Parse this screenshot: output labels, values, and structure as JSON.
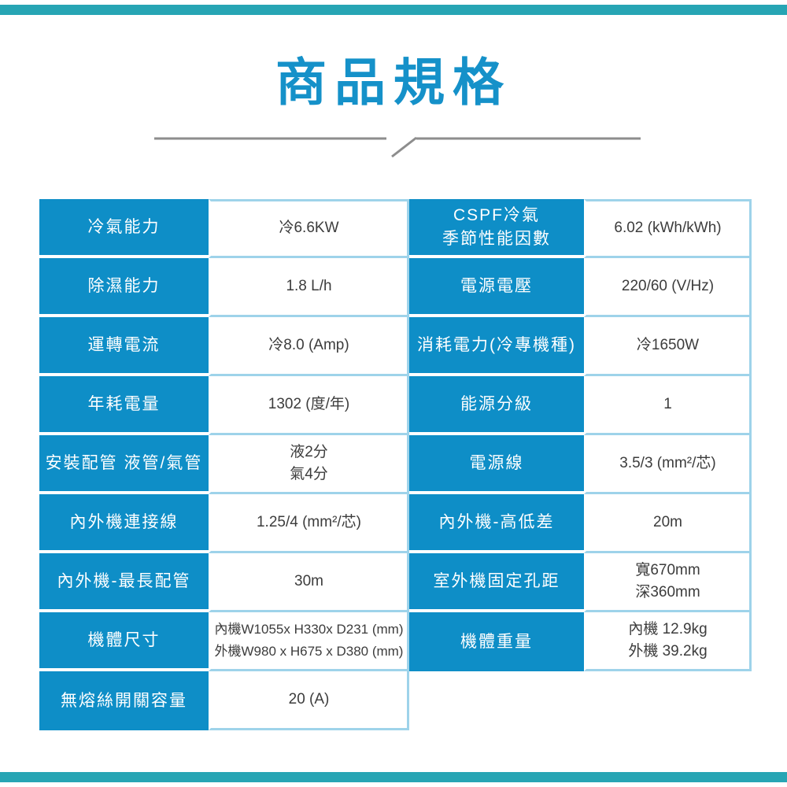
{
  "page": {
    "title": "商品規格"
  },
  "colors": {
    "table_blue": "#0e8ec7",
    "title_blue": "#1591c9",
    "light_blue_border": "#9ed3ea",
    "teal_bar": "#27a5b4",
    "divider_gray": "#8d8d8d",
    "value_text": "#3c3c3c"
  },
  "left_table": {
    "rows": [
      {
        "label_lines": [
          "冷氣能力"
        ],
        "value_lines": [
          "冷6.6KW"
        ],
        "value_align": "center"
      },
      {
        "label_lines": [
          "除濕能力"
        ],
        "value_lines": [
          "1.8 L/h"
        ],
        "value_align": "center"
      },
      {
        "label_lines": [
          "運轉電流"
        ],
        "value_lines": [
          "冷8.0 (Amp)"
        ],
        "value_align": "center"
      },
      {
        "label_lines": [
          "年耗電量"
        ],
        "value_lines": [
          "1302 (度/年)"
        ],
        "value_align": "center"
      },
      {
        "label_lines": [
          "安裝配管 液管/氣管"
        ],
        "value_lines": [
          "液2分",
          "氣4分"
        ],
        "value_align": "center"
      },
      {
        "label_lines": [
          "內外機連接線"
        ],
        "value_lines": [
          "1.25/4 (mm²/芯)"
        ],
        "value_align": "center"
      },
      {
        "label_lines": [
          "內外機-最長配管"
        ],
        "value_lines": [
          "30m"
        ],
        "value_align": "center"
      },
      {
        "label_lines": [
          "機體尺寸"
        ],
        "value_lines": [
          "內機W1055x H330x D231 (mm)",
          "外機W980 x H675 x D380 (mm)"
        ],
        "value_align": "left",
        "value_size": "small"
      },
      {
        "label_lines": [
          "無熔絲開關容量"
        ],
        "value_lines": [
          "20 (A)"
        ],
        "value_align": "center"
      }
    ]
  },
  "right_table": {
    "rows": [
      {
        "label_lines": [
          "CSPF冷氣",
          "季節性能因數"
        ],
        "value_lines": [
          "6.02 (kWh/kWh)"
        ],
        "value_align": "center"
      },
      {
        "label_lines": [
          "電源電壓"
        ],
        "value_lines": [
          "220/60 (V/Hz)"
        ],
        "value_align": "center"
      },
      {
        "label_lines": [
          "消耗電力(冷專機種)"
        ],
        "value_lines": [
          "冷1650W"
        ],
        "value_align": "center"
      },
      {
        "label_lines": [
          "能源分級"
        ],
        "value_lines": [
          "1"
        ],
        "value_align": "center"
      },
      {
        "label_lines": [
          "電源線"
        ],
        "value_lines": [
          "3.5/3 (mm²/芯)"
        ],
        "value_align": "center"
      },
      {
        "label_lines": [
          "內外機-高低差"
        ],
        "value_lines": [
          "20m"
        ],
        "value_align": "center"
      },
      {
        "label_lines": [
          "室外機固定孔距"
        ],
        "value_lines": [
          "寬670mm",
          "深360mm"
        ],
        "value_align": "left"
      },
      {
        "label_lines": [
          "機體重量"
        ],
        "value_lines": [
          "內機 12.9kg",
          "外機 39.2kg"
        ],
        "value_align": "left"
      }
    ]
  }
}
